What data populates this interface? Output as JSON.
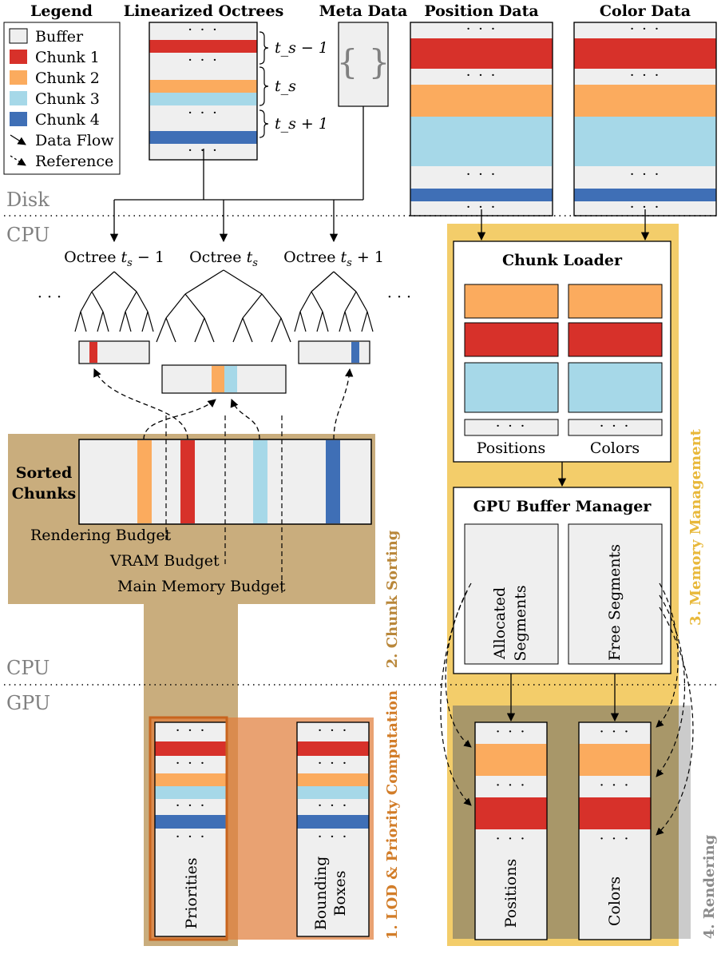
{
  "legend": {
    "title": "Legend",
    "items": [
      {
        "label": "Buffer",
        "kind": "swatch",
        "color": "#efefef"
      },
      {
        "label": "Chunk 1",
        "kind": "swatch",
        "color": "#d7312a"
      },
      {
        "label": "Chunk 2",
        "kind": "swatch",
        "color": "#fbab5e"
      },
      {
        "label": "Chunk 3",
        "kind": "swatch",
        "color": "#a6d8e8"
      },
      {
        "label": "Chunk 4",
        "kind": "swatch",
        "color": "#3f6fb6"
      },
      {
        "label": "Data Flow",
        "kind": "arrow-solid"
      },
      {
        "label": "Reference",
        "kind": "arrow-dashed"
      }
    ]
  },
  "disk": {
    "octrees_title": "Linearized Octrees",
    "meta_title": "Meta Data",
    "meta_symbol": "{ }",
    "position_title": "Position Data",
    "color_title": "Color Data",
    "brace_labels": [
      "t_s − 1",
      "t_s",
      "t_s + 1"
    ],
    "ellipsis": "· · ·"
  },
  "domains": {
    "disk": "Disk",
    "cpu_top": "CPU",
    "cpu_bottom": "CPU",
    "gpu": "GPU"
  },
  "octrees": {
    "prefix": "Octree",
    "labels": [
      {
        "base": "t",
        "sub": "s",
        "suffix": " − 1"
      },
      {
        "base": "t",
        "sub": "s",
        "suffix": ""
      },
      {
        "base": "t",
        "sub": "s",
        "suffix": " + 1"
      }
    ]
  },
  "sorting": {
    "sorted_chunks": [
      "Sorted",
      "Chunks"
    ],
    "budgets": [
      "Rendering Budget",
      "VRAM Budget",
      "Main Memory Budget"
    ],
    "stage_label": "2.  Chunk Sorting"
  },
  "chunk_loader": {
    "title": "Chunk Loader",
    "left_label": "Positions",
    "right_label": "Colors"
  },
  "gpu_manager": {
    "title": "GPU Buffer Manager",
    "allocated": [
      "Allocated",
      "Segments"
    ],
    "free": "Free Segments"
  },
  "stages": {
    "lod": "1.  LOD & Priority Computation",
    "chunk_sorting": "2.  Chunk Sorting",
    "memory": "3.  Memory Management",
    "rendering": "4.  Rendering"
  },
  "gpu_buffers": {
    "priorities": "Priorities",
    "bounding": [
      "Bounding",
      "Boxes"
    ],
    "positions": "Positions",
    "colors": "Colors"
  },
  "colors": {
    "buffer": "#efefef",
    "chunk1": "#d7312a",
    "chunk2": "#fbab5e",
    "chunk3": "#a6d8e8",
    "chunk4": "#3f6fb6",
    "sorting_bg": "#c9ad7d",
    "sorting_stage_text": "#b9873a",
    "memory_bg": "#f3cd6a",
    "memory_stage_text": "#e8b83a",
    "lod_bg": "#e9a26e",
    "lod_stage_text": "#d27d29",
    "rendering_bg": "#a0a0a0",
    "rendering_stage_text": "#8c8c8c"
  }
}
